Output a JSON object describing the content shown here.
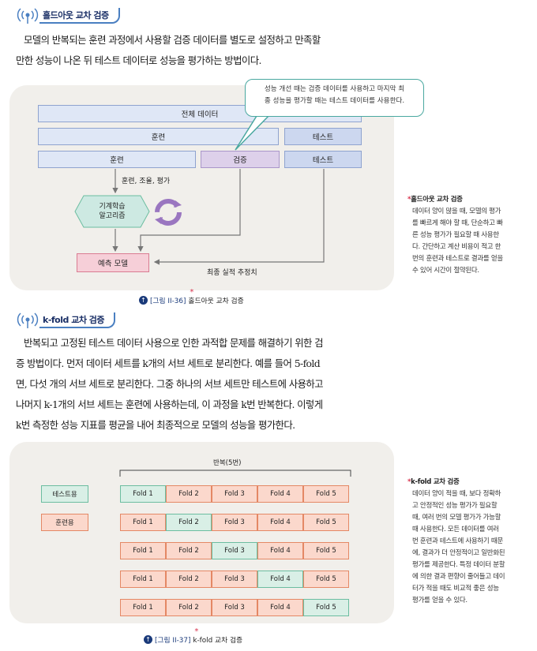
{
  "sections": {
    "holdout": {
      "tag": "홀드아웃 교차 검증",
      "paragraph_lines": [
        "모델의 반복되는 훈련 과정에서 사용할 검증 데이터를 별도로 설정하고 만족할",
        "만한 성능이 나온 뒤 테스트 데이터로 성능을 평가하는 방법이다."
      ]
    },
    "kfold": {
      "tag": "k-fold 교차 검증",
      "paragraph_lines": [
        "반복되고 고정된 테스트 데이터 사용으로 인한 과적합 문제를 해결하기 위한 검",
        "증 방법이다. 먼저 데이터 세트를 k개의 서브 세트로 분리한다. 예를 들어 5-fold",
        "면, 다섯 개의 서브 세트로 분리한다. 그중 하나의 서브 세트만 테스트에 사용하고",
        "나머지 k-1개의 서브 세트는 훈련에 사용하는데, 이 과정을 k번 반복한다. 이렇게",
        "k번 측정한 성능 지표를 평균을 내어 최종적으로 모델의 성능을 평가한다."
      ]
    }
  },
  "figure1": {
    "callout_lines": [
      "성능 개선 때는 검증 데이터를 사용하고 마지막 최",
      "종 성능을 평가할 때는 테스트 데이터를 사용한다."
    ],
    "full_data": "전체 데이터",
    "train_row": {
      "train": "훈련",
      "test": "테스트"
    },
    "split_row": {
      "train": "훈련",
      "valid": "검증",
      "test": "테스트"
    },
    "process_label": "훈련, 조율, 평가",
    "algorithm_lines": [
      "기계학습",
      "알고리즘"
    ],
    "model": "예측 모델",
    "final_label": "최종 실적 추정치",
    "caption_ref": "[그림 II-36]",
    "caption_text": "홀드아웃 교차 검증"
  },
  "sidebar1": {
    "title": "홀드아웃 교차 검증",
    "lines": [
      "데이터 양이 많을 때, 모델의 평가",
      "를 빠르게 해야 할 때, 단순하고 빠",
      "른 성능 평가가 필요할 때 사용한",
      "다. 간단하고 계산 비용이 적고 한",
      "번의 훈련과 테스트로 결과를 얻을",
      "수 있어 시간이 절약된다."
    ]
  },
  "figure2": {
    "repeat_label": "반복(5번)",
    "legend": {
      "test": "테스트용",
      "train": "훈련용"
    },
    "rows": [
      {
        "folds": [
          "Fold 1",
          "Fold 2",
          "Fold 3",
          "Fold 4",
          "Fold 5"
        ],
        "test_index": 0
      },
      {
        "folds": [
          "Fold 1",
          "Fold 2",
          "Fold 3",
          "Fold 4",
          "Fold 5"
        ],
        "test_index": 1
      },
      {
        "folds": [
          "Fold 1",
          "Fold 2",
          "Fold 3",
          "Fold 4",
          "Fold 5"
        ],
        "test_index": 2
      },
      {
        "folds": [
          "Fold 1",
          "Fold 2",
          "Fold 3",
          "Fold 4",
          "Fold 5"
        ],
        "test_index": 3
      },
      {
        "folds": [
          "Fold 1",
          "Fold 2",
          "Fold 3",
          "Fold 4",
          "Fold 5"
        ],
        "test_index": 4
      }
    ],
    "caption_ref": "[그림 II-37]",
    "caption_text": "k-fold 교차 검증"
  },
  "sidebar2": {
    "title": "k-fold 교차 검증",
    "lines": [
      "데이터 양이 적을 때, 보다 정확하",
      "고 안정적인 성능 평가가 필요할",
      "때, 여러 번의 모델 평가가 가능할",
      "때 사용한다. 모든 데이터를 여러",
      "번 훈련과 테스트에 사용하기 때문",
      "에, 결과가 더 안정적이고 일반화된",
      "평가를 제공한다. 특정 데이터 분할",
      "에 의한 결과 편향이 줄어들고 데이",
      "터가 적을 때도 비교적 좋은 성능",
      "평가를 얻을 수 있다."
    ]
  },
  "colors": {
    "heading_blue": "#1a2f66",
    "train_fold": "#fbd8cc",
    "test_fold": "#d9efe6",
    "star_red": "#d8324d"
  }
}
